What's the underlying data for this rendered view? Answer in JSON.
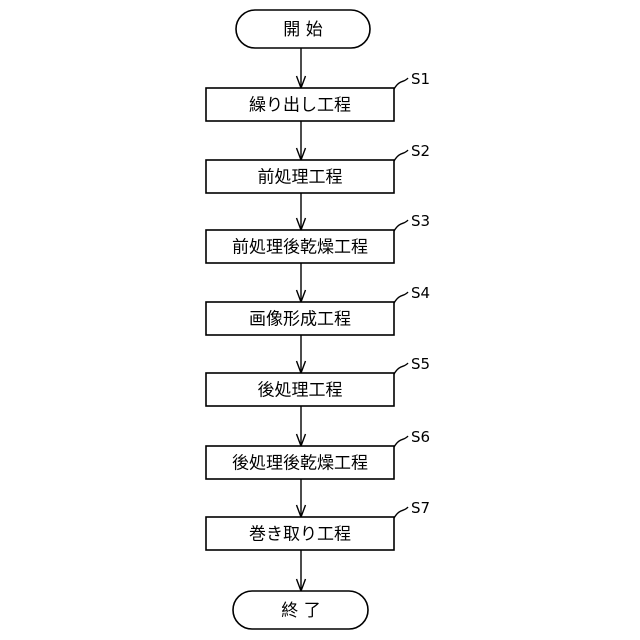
{
  "start": {
    "label": "開 始"
  },
  "end": {
    "label": "終 了"
  },
  "steps": [
    {
      "label": "繰り出し工程",
      "id": "S1"
    },
    {
      "label": "前処理工程",
      "id": "S2"
    },
    {
      "label": "前処理後乾燥工程",
      "id": "S3"
    },
    {
      "label": "画像形成工程",
      "id": "S4"
    },
    {
      "label": "後処理工程",
      "id": "S5"
    },
    {
      "label": "後処理後乾燥工程",
      "id": "S6"
    },
    {
      "label": "巻き取り工程",
      "id": "S7"
    }
  ]
}
